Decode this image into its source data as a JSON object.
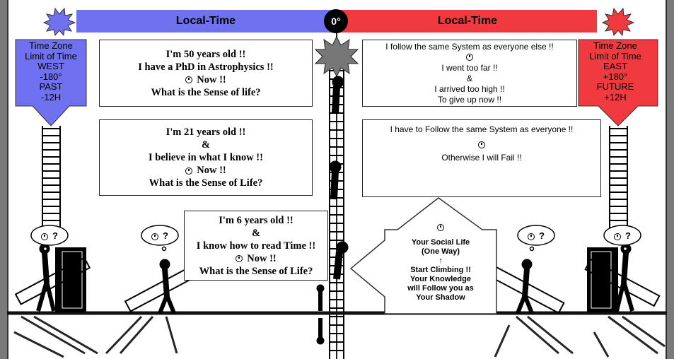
{
  "header": {
    "west_label": "Local-Time",
    "center_label": "0°",
    "east_label": "Local-Time"
  },
  "zones": {
    "west": [
      "Time Zone",
      "Limit of Time",
      "WEST",
      "-180°",
      "PAST",
      "-12H"
    ],
    "east": [
      "Time Zone",
      "Limit of Time",
      "EAST",
      "+180°",
      "FUTURE",
      "+12H"
    ]
  },
  "thought_bubble": "?",
  "box_age50": [
    "I'm 50 years old !!",
    "I have a PhD in Astrophysics !!",
    "Now !!",
    "What is the Sense of life?"
  ],
  "box_age21": [
    "I'm 21 years old !!",
    "&",
    "I believe in what I know !!",
    "Now !!",
    "What is the Sense of Life?"
  ],
  "box_age6": [
    "I'm 6 years old !!",
    "&",
    "I know how to read Time !!",
    "Now !!",
    "What is the Sense of Life?"
  ],
  "box_system_top": [
    "I follow the same System as everyone else !!",
    "I went too far !!",
    "&",
    "I arrived too high !!",
    "To give up now !!"
  ],
  "box_system_mid": [
    "I have to Follow the same System as everyone !!",
    "Otherwise I will Fail !!"
  ],
  "arrow_box": [
    "Your Social Life",
    "(One Way)",
    "↑",
    "Start Climbing !!",
    "Your Knowledge",
    "will Follow you as",
    "Your Shadow"
  ],
  "colors": {
    "west": "#6f71f0",
    "east": "#f03a3f",
    "background_frame": "#7a7a7a"
  }
}
